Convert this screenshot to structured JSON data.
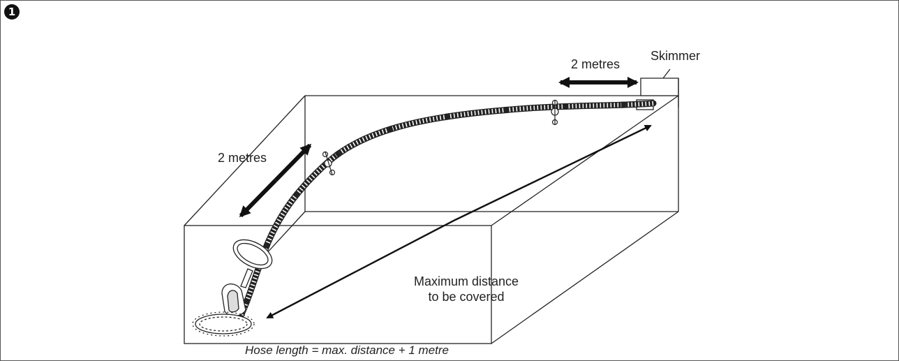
{
  "figure": {
    "step_number": "1",
    "labels": {
      "skimmer": "Skimmer",
      "top_distance": "2 metres",
      "left_distance": "2 metres",
      "max_distance_line1": "Maximum distance",
      "max_distance_line2": "to be covered"
    },
    "caption": "Hose length = max. distance + 1 metre"
  },
  "icons": {
    "step_badge": "number-one-badge-icon",
    "robot": "pool-cleaner-robot-icon",
    "float": "hose-float-icon"
  }
}
